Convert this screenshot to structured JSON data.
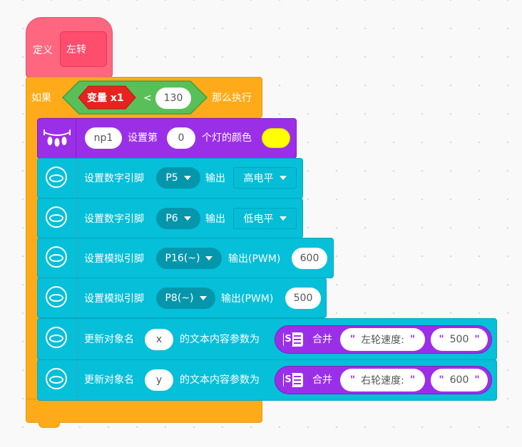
{
  "define_block": {
    "keyword": "定义",
    "name": "左转"
  },
  "if_block": {
    "keyword": "如果",
    "var_label": "变量 x1",
    "operator": "<",
    "value": "130",
    "then_label": "那么执行"
  },
  "led_block": {
    "object": "np1",
    "label1": "设置第",
    "index": "0",
    "label2": "个灯的颜色",
    "color": "#ffff00"
  },
  "digital_pins": [
    {
      "label": "设置数字引脚",
      "pin": "P5",
      "out_label": "输出",
      "level": "高电平"
    },
    {
      "label": "设置数字引脚",
      "pin": "P6",
      "out_label": "输出",
      "level": "低电平"
    }
  ],
  "analog_pins": [
    {
      "label": "设置模拟引脚",
      "pin": "P16(~)",
      "out_label": "输出(PWM)",
      "value": "600"
    },
    {
      "label": "设置模拟引脚",
      "pin": "P8(~)",
      "out_label": "输出(PWM)",
      "value": "500"
    }
  ],
  "update_blocks": [
    {
      "label": "更新对象名",
      "object": "x",
      "text_label": "的文本内容参数为",
      "merge_label": "合并",
      "str1": "左轮速度:",
      "str2": "500"
    },
    {
      "label": "更新对象名",
      "object": "y",
      "text_label": "的文本内容参数为",
      "merge_label": "合并",
      "str1": "右轮速度:",
      "str2": "600"
    }
  ],
  "icons": {
    "led": "led-strip-icon",
    "ring": "wifi-ring-icon",
    "merge": "text-merge-icon"
  },
  "colors": {
    "define": "#ff6680",
    "control": "#ffab19",
    "operator": "#59c059",
    "variable": "#e6231e",
    "led": "#9b2fe8",
    "hardware": "#06bfd9"
  }
}
